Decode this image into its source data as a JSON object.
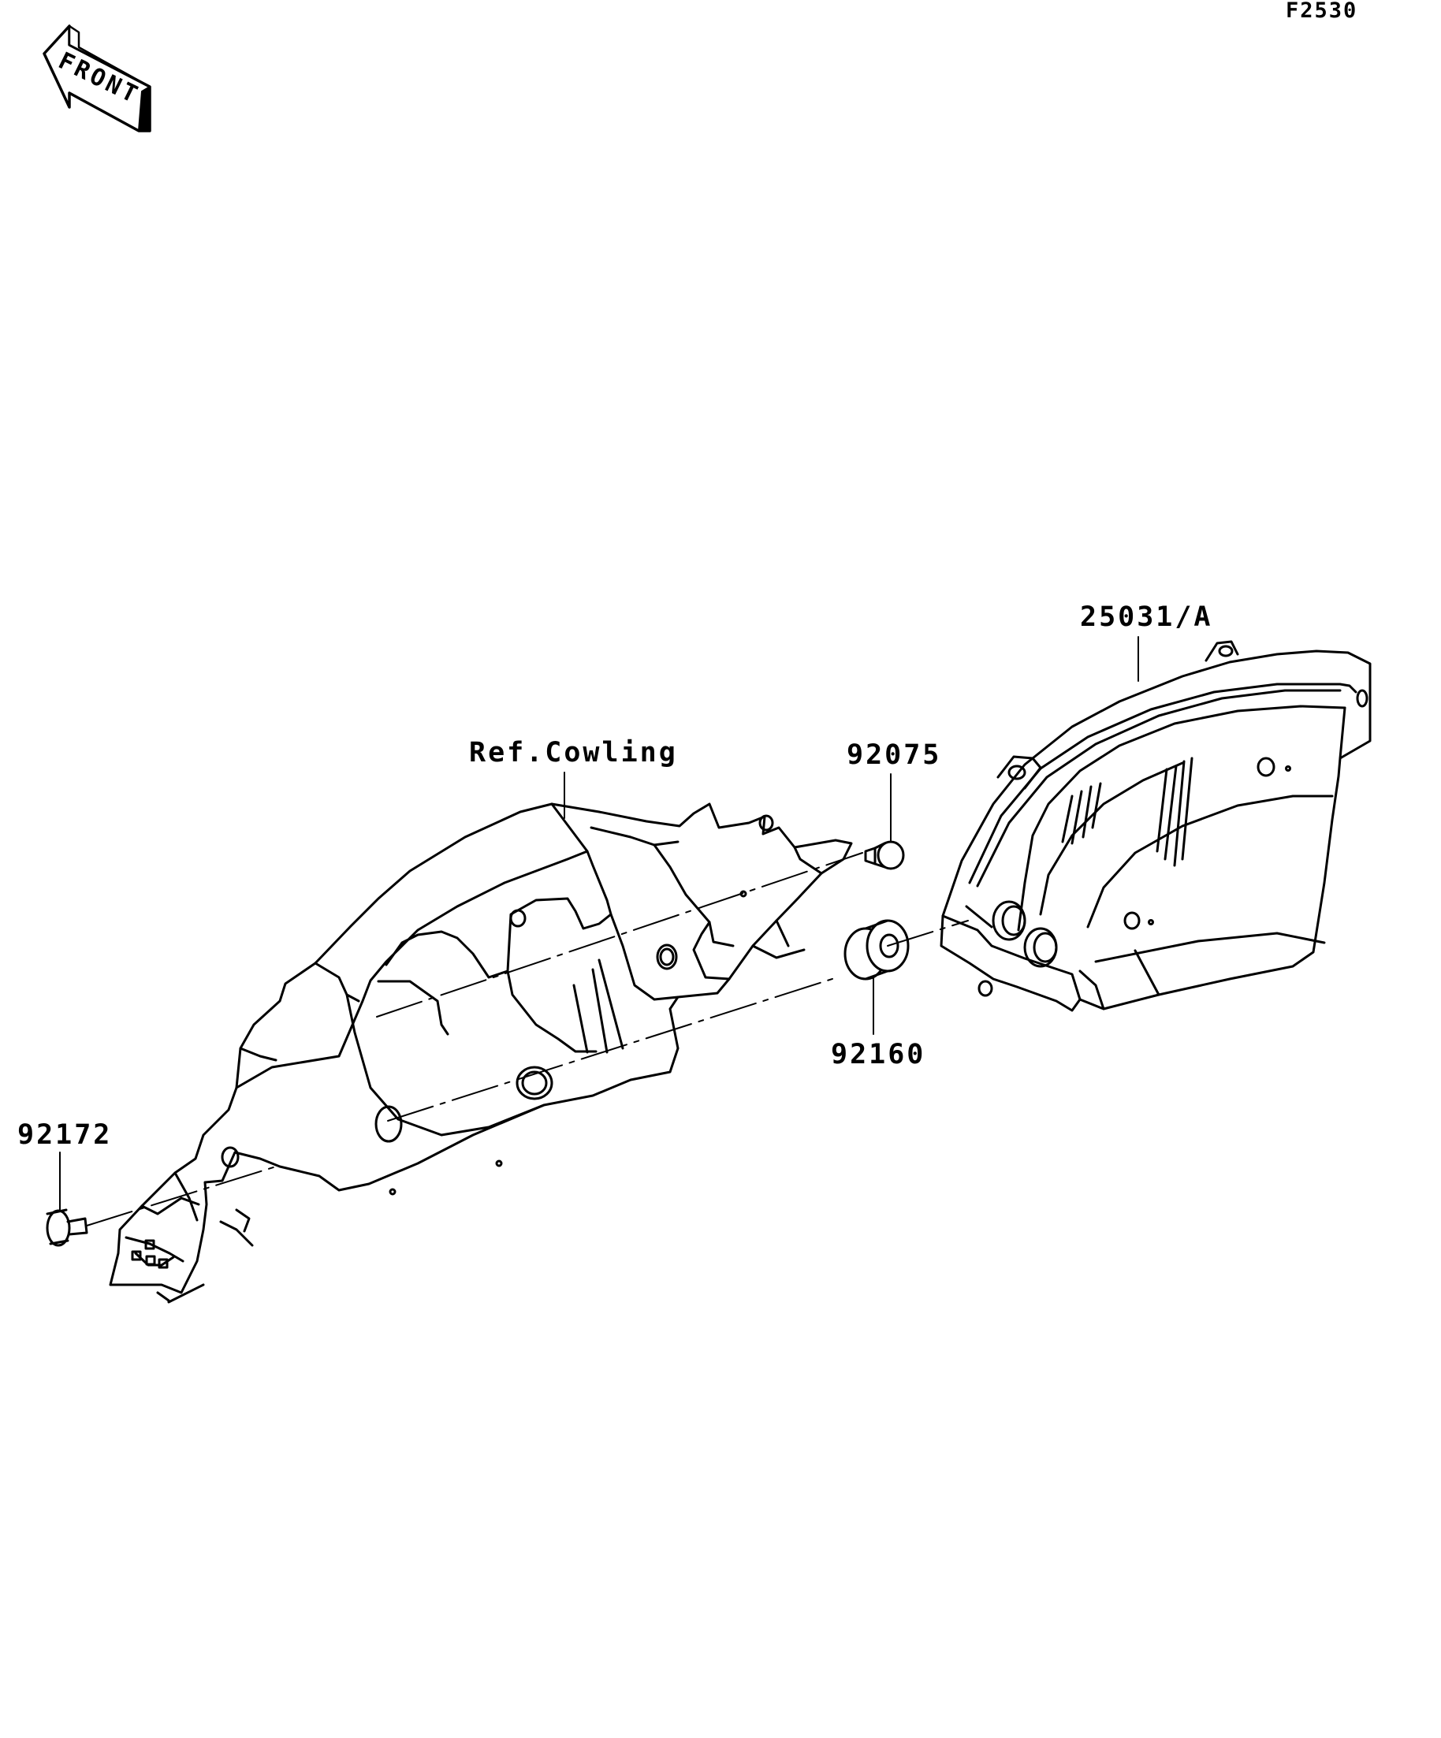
{
  "figure_id": "F2530",
  "front_arrow": {
    "label": "FRONT"
  },
  "parts": [
    {
      "key": "cowling",
      "number": "Ref.Cowling"
    },
    {
      "key": "screw",
      "number": "92075"
    },
    {
      "key": "meter",
      "number": "25031/A"
    },
    {
      "key": "grommet",
      "number": "92160"
    },
    {
      "key": "bolt",
      "number": "92172"
    }
  ],
  "colors": {
    "line": "#000000",
    "background": "#ffffff"
  }
}
